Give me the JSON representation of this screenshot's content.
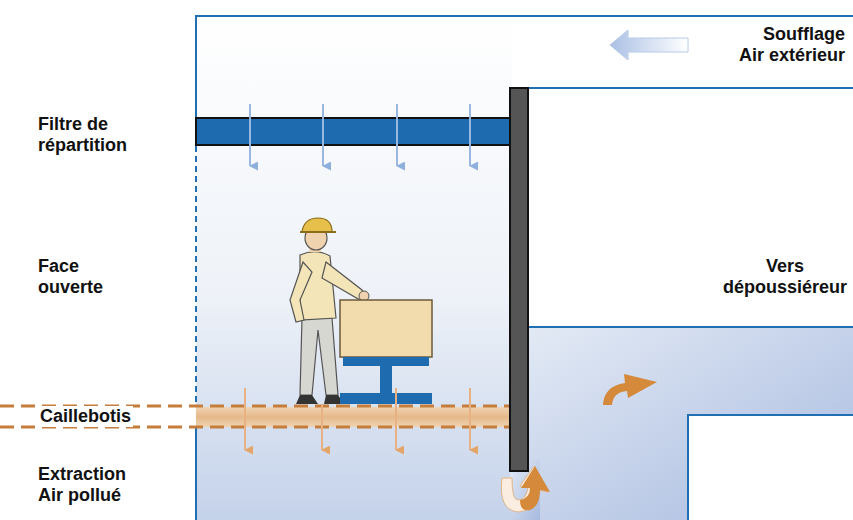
{
  "diagram": {
    "labels": [
      "Soufflage Air extérieur",
      "Filtre de répartition",
      "Face ouverte",
      "Vers dépoussiéreur",
      "Caillebotis",
      "Extraction Air pollué"
    ]
  }
}
